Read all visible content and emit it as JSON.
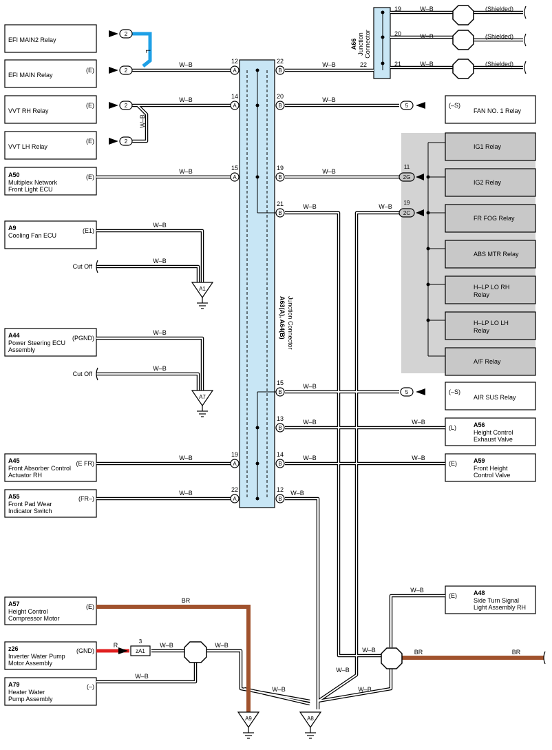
{
  "wire_code": "W–B",
  "wire_codes": {
    "wb": "W–B",
    "br": "BR",
    "l": "L",
    "r": "R"
  },
  "junction_main": {
    "id": "A63(A), A64(B)",
    "label": "Junction Connector"
  },
  "junction_a66": {
    "id": "A66",
    "label_1": "Junction",
    "label_2": "Connector"
  },
  "shielded": "(Shielded)",
  "cut_off": "Cut Off",
  "left_components": [
    {
      "code": "",
      "lines": [
        "EFI MAIN2 Relay"
      ],
      "terminal": "",
      "pin": "2"
    },
    {
      "code": "",
      "lines": [
        "EFI MAIN Relay"
      ],
      "terminal": "(E)",
      "pin": "2"
    },
    {
      "code": "",
      "lines": [
        "VVT RH Relay"
      ],
      "terminal": "(E)",
      "pin": "2"
    },
    {
      "code": "",
      "lines": [
        "VVT LH Relay"
      ],
      "terminal": "(E)",
      "pin": "2"
    },
    {
      "code": "A50",
      "lines": [
        "Multiplex Network",
        "Front Light ECU"
      ],
      "terminal": "(E)"
    },
    {
      "code": "A9",
      "lines": [
        "Cooling Fan ECU"
      ],
      "terminal": "(E1)"
    },
    {
      "code": "A44",
      "lines": [
        "Power Steering ECU",
        "Assembly"
      ],
      "terminal": "(PGND)"
    },
    {
      "code": "A45",
      "lines": [
        "Front Absorber Control",
        "Actuator RH"
      ],
      "terminal": "(E FR)"
    },
    {
      "code": "A55",
      "lines": [
        "Front Pad Wear",
        "Indicator Switch"
      ],
      "terminal": "(FR–)"
    },
    {
      "code": "A57",
      "lines": [
        "Height Control",
        "Compressor Motor"
      ],
      "terminal": "(E)"
    },
    {
      "code": "z26",
      "lines": [
        "Inverter Water Pump",
        "Motor Assembly"
      ],
      "terminal": "(GND)"
    },
    {
      "code": "A79",
      "lines": [
        "Heater Water",
        "Pump Assembly"
      ],
      "terminal": "(–)"
    }
  ],
  "right_components": [
    {
      "code": "",
      "lines": [
        "FAN NO. 1 Relay"
      ],
      "terminal": "(–S)",
      "pin": "5"
    },
    {
      "code": "",
      "lines": [
        "AIR SUS Relay"
      ],
      "terminal": "(–S)",
      "pin": "5"
    },
    {
      "code": "A56",
      "lines": [
        "Height Control",
        "Exhaust Valve"
      ],
      "terminal": "(L)"
    },
    {
      "code": "A59",
      "lines": [
        "Front Height",
        "Control Valve"
      ],
      "terminal": "(E)"
    },
    {
      "code": "A48",
      "lines": [
        "Side Turn Signal",
        "Light Assembly RH"
      ],
      "terminal": "(E)"
    }
  ],
  "relay_block": [
    "IG1 Relay",
    "IG2 Relay",
    "FR FOG Relay",
    "ABS MTR Relay",
    "H–LP LO RH|Relay",
    "H–LP LO LH|Relay",
    "A/F Relay"
  ],
  "relay_block_color": "#d3d3d3",
  "junction_color": "#c8e6f5",
  "wire_colors": {
    "br": "#a0522d",
    "l": "#1ea0e6",
    "r": "#e02020"
  },
  "pins_a": [
    "12",
    "14",
    "15",
    "19",
    "22"
  ],
  "pins_b": [
    "22",
    "20",
    "19",
    "21",
    "15",
    "13",
    "14",
    "12"
  ],
  "pins_a66": [
    "19",
    "20",
    "21",
    "22"
  ],
  "conn_2g": {
    "num": "11",
    "label": "2G"
  },
  "conn_2c": {
    "num": "19",
    "label": "2C"
  },
  "za1": {
    "num": "3",
    "label": "zA1"
  },
  "grounds": [
    "A1",
    "A7",
    "A9",
    "A8"
  ],
  "pin_letters": {
    "a": "A",
    "b": "B"
  }
}
